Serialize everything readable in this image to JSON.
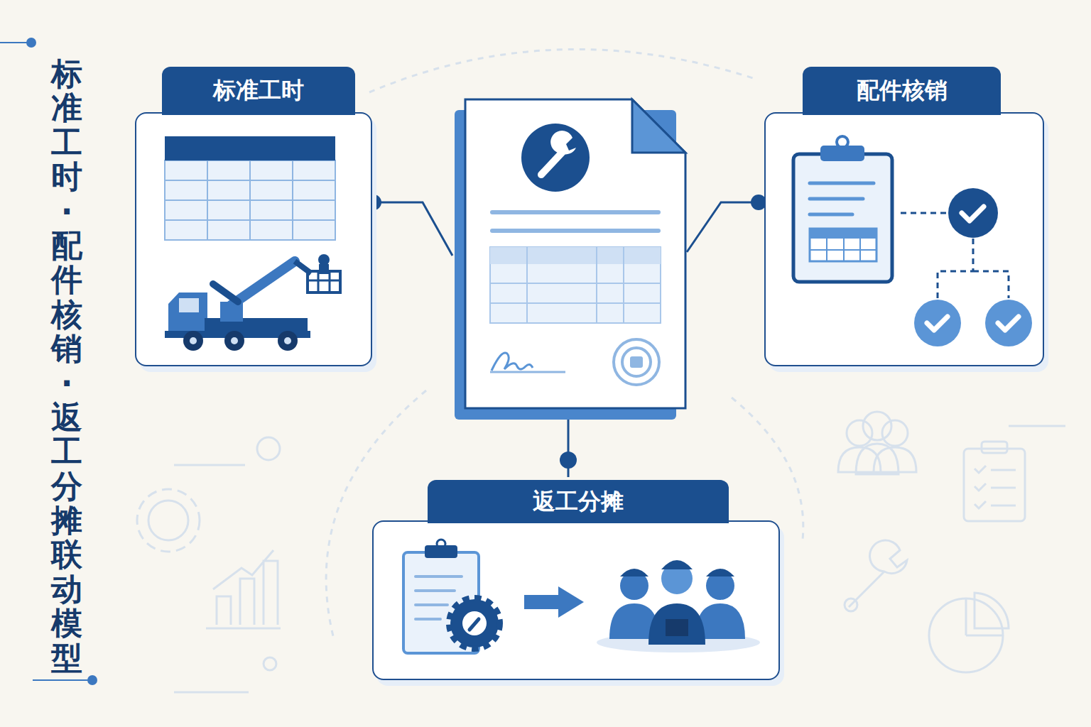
{
  "diagram": {
    "title": "标准工时·配件核销·返工分摊联动模型",
    "nodes": [
      {
        "text": [
          "标准工时"
        ]
      },
      {
        "text": [
          "配件核销"
        ]
      },
      {
        "text": [
          "返工分摊"
        ]
      }
    ]
  }
}
